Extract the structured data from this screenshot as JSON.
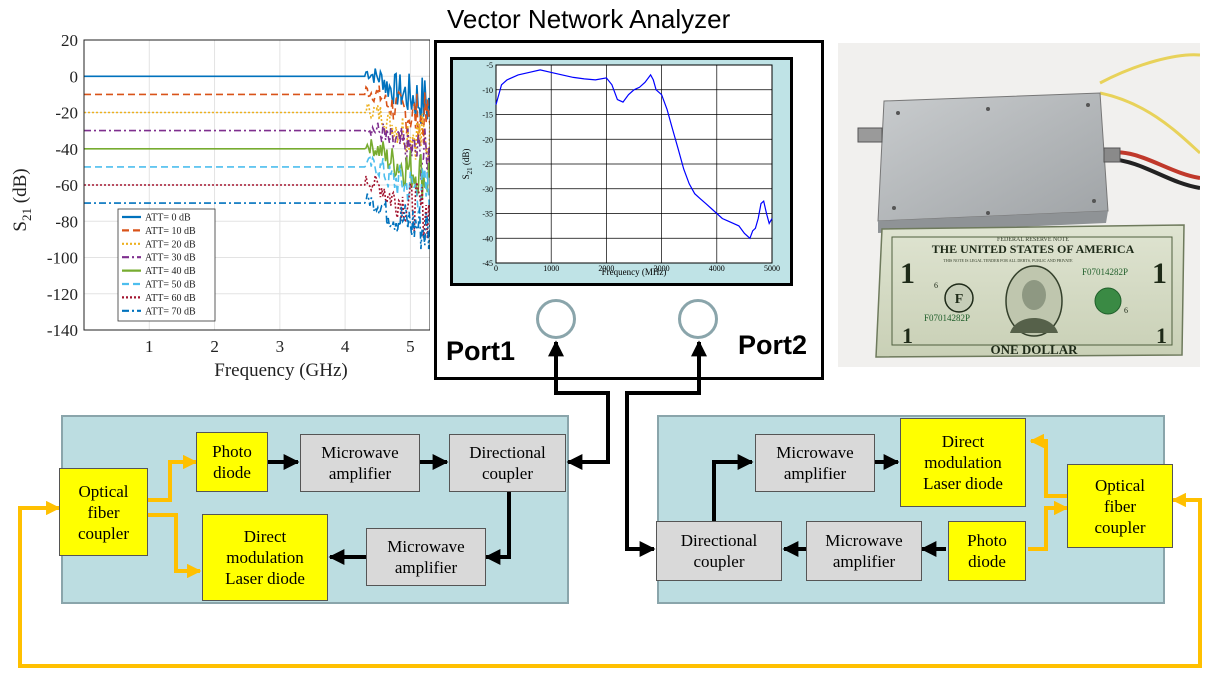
{
  "colors": {
    "panel": "#bcdde1",
    "yellow_box": "#ffff00",
    "grey_box": "#d9d9d9",
    "fiber": "#ffc000",
    "vna_screen": "#bfe3e6",
    "vna_trace": "#0000ff"
  },
  "vna": {
    "title": "Vector Network Analyzer",
    "port1": "Port1",
    "port2": "Port2"
  },
  "left_chart": {
    "chart_data": {
      "type": "line",
      "xlabel": "Frequency (GHz)",
      "ylabel": "S21 (dB)",
      "ylabel_main": "S",
      "ylabel_sub": "21",
      "ylabel_unit": " (dB)",
      "xlim": [
        0,
        5.3
      ],
      "ylim": [
        -140,
        20
      ],
      "xticks": [
        "1",
        "2",
        "3",
        "4",
        "5"
      ],
      "yticks": [
        "20",
        "0",
        "-20",
        "-40",
        "-60",
        "-80",
        "-100",
        "-120",
        "-140"
      ],
      "legend_position": "lower-left",
      "series": [
        {
          "name": "ATT= 0 dB",
          "level": 0,
          "color": "#0072bd",
          "dash": ""
        },
        {
          "name": "ATT= 10 dB",
          "level": -10,
          "color": "#d95319",
          "dash": "7,4"
        },
        {
          "name": "ATT= 20 dB",
          "level": -20,
          "color": "#edb120",
          "dash": "2,2"
        },
        {
          "name": "ATT= 30 dB",
          "level": -30,
          "color": "#7e2f8e",
          "dash": "7,3,2,3"
        },
        {
          "name": "ATT= 40 dB",
          "level": -40,
          "color": "#77ac30",
          "dash": ""
        },
        {
          "name": "ATT= 50 dB",
          "level": -50,
          "color": "#4dbeee",
          "dash": "7,4"
        },
        {
          "name": "ATT= 60 dB",
          "level": -60,
          "color": "#a2142f",
          "dash": "2,2"
        },
        {
          "name": "ATT= 70 dB",
          "level": -70,
          "color": "#0072bd",
          "dash": "7,3,2,3"
        }
      ]
    }
  },
  "vna_chart": {
    "chart_data": {
      "type": "line",
      "xlabel": "Frequency (MHz)",
      "ylabel": "S21 (dB)",
      "ylabel_main": "S",
      "ylabel_sub": "21",
      "ylabel_unit": " (dB)",
      "xlim": [
        0,
        5000
      ],
      "ylim": [
        -45,
        -5
      ],
      "xticks": [
        "0",
        "1000",
        "2000",
        "3000",
        "4000",
        "5000"
      ],
      "yticks": [
        "-5",
        "-10",
        "-15",
        "-20",
        "-25",
        "-30",
        "-35",
        "-40",
        "-45"
      ],
      "x": [
        0,
        100,
        200,
        400,
        600,
        800,
        1000,
        1200,
        1400,
        1600,
        1800,
        2000,
        2100,
        2200,
        2300,
        2400,
        2500,
        2600,
        2700,
        2800,
        2850,
        2900,
        3000,
        3100,
        3200,
        3300,
        3400,
        3500,
        3600,
        3700,
        3800,
        3900,
        4000,
        4100,
        4200,
        4300,
        4400,
        4500,
        4600,
        4650,
        4700,
        4750,
        4800,
        4850,
        4900,
        4950,
        5000
      ],
      "y": [
        -13,
        -9,
        -8,
        -7,
        -6.5,
        -6,
        -6.5,
        -7,
        -7.5,
        -7.8,
        -8,
        -7.6,
        -9,
        -12,
        -12.5,
        -11,
        -10,
        -9.5,
        -8.5,
        -7,
        -8,
        -10,
        -11,
        -14,
        -18,
        -22,
        -26,
        -29,
        -31,
        -32,
        -33,
        -34,
        -35,
        -36,
        -36.5,
        -37,
        -37.5,
        -39,
        -40,
        -38.5,
        -38,
        -36,
        -33,
        -32.5,
        -35,
        -37,
        -36
      ]
    }
  },
  "left_panel": {
    "optical_coupler": "Optical\nfiber\ncoupler",
    "photo_diode": "Photo\ndiode",
    "amp_top": "Microwave\namplifier",
    "dir_coupler": "Directional\ncoupler",
    "amp_bottom": "Microwave\namplifier",
    "laser": "Direct\nmodulation\nLaser diode"
  },
  "right_panel": {
    "amp_top": "Microwave\namplifier",
    "laser": "Direct\nmodulation\nLaser diode",
    "optical_coupler": "Optical\nfiber\ncoupler",
    "dir_coupler": "Directional\ncoupler",
    "amp_bottom": "Microwave\namplifier",
    "photo_diode": "Photo\ndiode"
  },
  "photo": {
    "bill_header": "FEDERAL RESERVE NOTE",
    "bill_title": "THE UNITED STATES OF AMERICA",
    "bill_subtitle": "THIS NOTE IS LEGAL TENDER FOR ALL DEBTS, PUBLIC AND PRIVATE",
    "serial": "F07014282P",
    "seal_letter": "F",
    "denomination_num": "1",
    "denomination_small": "6",
    "bottom_text": "ONE DOLLAR"
  }
}
